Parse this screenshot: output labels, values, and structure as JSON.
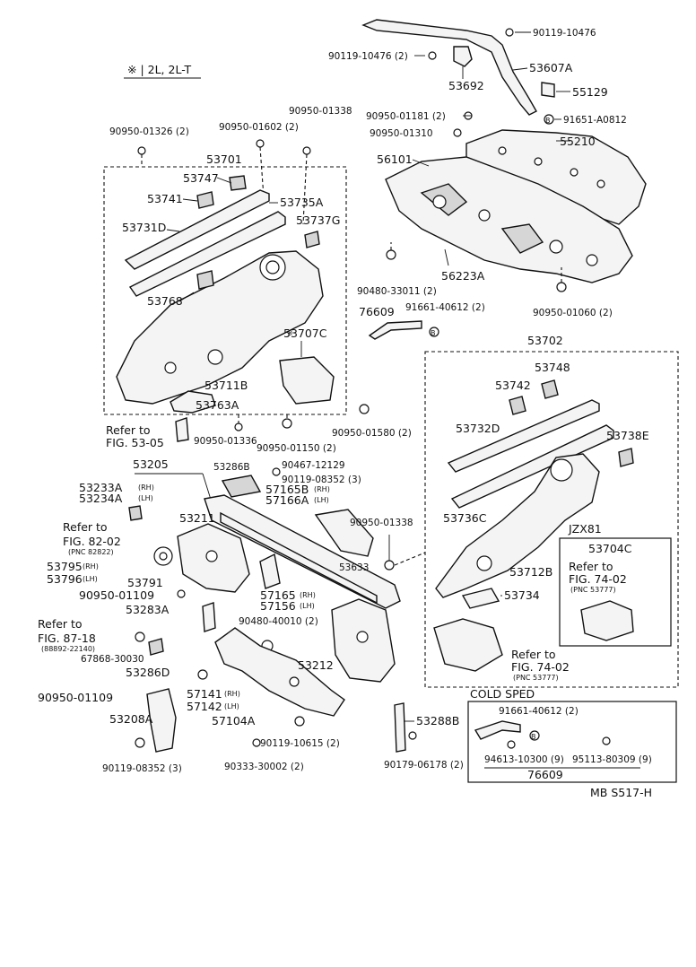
{
  "variant_note": "※ | 2L, 2L-T",
  "diagram_code": "MB S517-H",
  "groups": {
    "group_53701": "53701",
    "group_53702": "53702",
    "jzx81": "JZX81",
    "cold_sped": "COLD SPED"
  },
  "parts": {
    "p1": "90119-10476",
    "p2": "90119-10476 (2)",
    "p3": "53607A",
    "p4": "53692",
    "p5": "55129",
    "p6": "90950-01181 (2)",
    "p7": "91651-A0812",
    "p8": "90950-01310",
    "p9": "55210",
    "p10": "56101",
    "p11": "90950-01338",
    "p12": "90950-01326 (2)",
    "p13": "90950-01602 (2)",
    "p14": "53747",
    "p15": "53741",
    "p16": "53735A",
    "p17": "53731D",
    "p18": "53737G",
    "p19": "53768",
    "p20": "53707C",
    "p21": "53711B",
    "p22": "53763A",
    "p23": "90950-01336",
    "p24": "90950-01150 (2)",
    "p25": "90950-01580 (2)",
    "p26": "90480-33011 (2)",
    "p27": "56223A",
    "p28": "76609",
    "p29": "91661-40612 (2)",
    "p30": "90950-01060 (2)",
    "p31": "53748",
    "p32": "53742",
    "p33": "53732D",
    "p34": "53738E",
    "p35": "53736C",
    "p36": "53704C",
    "p37": "53712B",
    "p38": "53734",
    "p39": "53205",
    "p40": "53286B",
    "p41": "90467-12129",
    "p42": "90119-08352 (3)",
    "p43": "53233A",
    "p44": "53234A",
    "p45": "57165B",
    "p46": "57166A",
    "p47": "53211",
    "p48": "90950-01338",
    "p49": "53633",
    "p50": "53795",
    "p51": "53796",
    "p52": "53791",
    "p53": "90950-01109",
    "p54": "57165",
    "p55": "57156",
    "p56": "53283A",
    "p57": "90480-40010 (2)",
    "p58": "67868-30030",
    "p59": "53286D",
    "p60": "53212",
    "p61": "90950-01109",
    "p62": "57141",
    "p63": "57142",
    "p64": "53208A",
    "p65": "57104A",
    "p66": "90119-10615 (2)",
    "p67": "53288B",
    "p68": "90119-08352 (3)",
    "p69": "90333-30002 (2)",
    "p70": "90179-06178 (2)",
    "p71": "91661-40612 (2)",
    "p72": "94613-10300 (9)",
    "p73": "95113-80309 (9)",
    "p74": "76609"
  },
  "side_tags": {
    "rh": "(RH)",
    "lh": "(LH)"
  },
  "refs": {
    "r1_a": "Refer to",
    "r1_b": "FIG. 53-05",
    "r2_a": "Refer to",
    "r2_b": "FIG. 82-02",
    "r2_c": "(PNC 82822)",
    "r3_a": "Refer to",
    "r3_b": "FIG. 87-18",
    "r3_c": "(88892-22140)",
    "r4_a": "Refer to",
    "r4_b": "FIG. 74-02",
    "r4_c": "(PNC 53777)",
    "r5_a": "Refer to",
    "r5_b": "FIG. 74-02",
    "r5_c": "(PNC 53777)"
  },
  "callouts": {
    "b_mark": "B",
    "star_mark": "※"
  }
}
